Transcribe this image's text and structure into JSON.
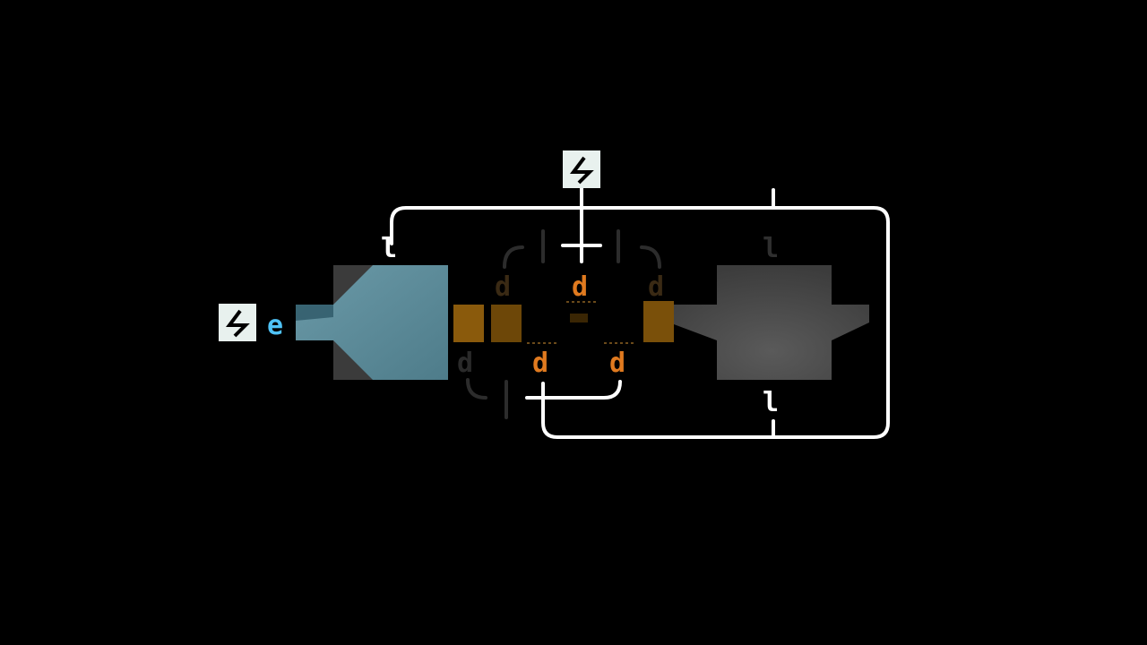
{
  "colors": {
    "background": "#000000",
    "wire": "#ffffff",
    "signal_letter": "#4fc3f7",
    "delay_letter": "#e07a1f",
    "dim_letter": "#3a3a3a",
    "input_chamber": "#5e8d9c",
    "output_chamber": "#4a4a4a",
    "conduit": "#9a6410",
    "power_tile": "#e8f1ee"
  },
  "power_sources": [
    {
      "id": "top",
      "icon": "lightning-bolt-icon"
    },
    {
      "id": "left",
      "icon": "lightning-bolt-icon"
    }
  ],
  "labels": {
    "input_signal": "e",
    "delay": "d",
    "link": "l"
  }
}
